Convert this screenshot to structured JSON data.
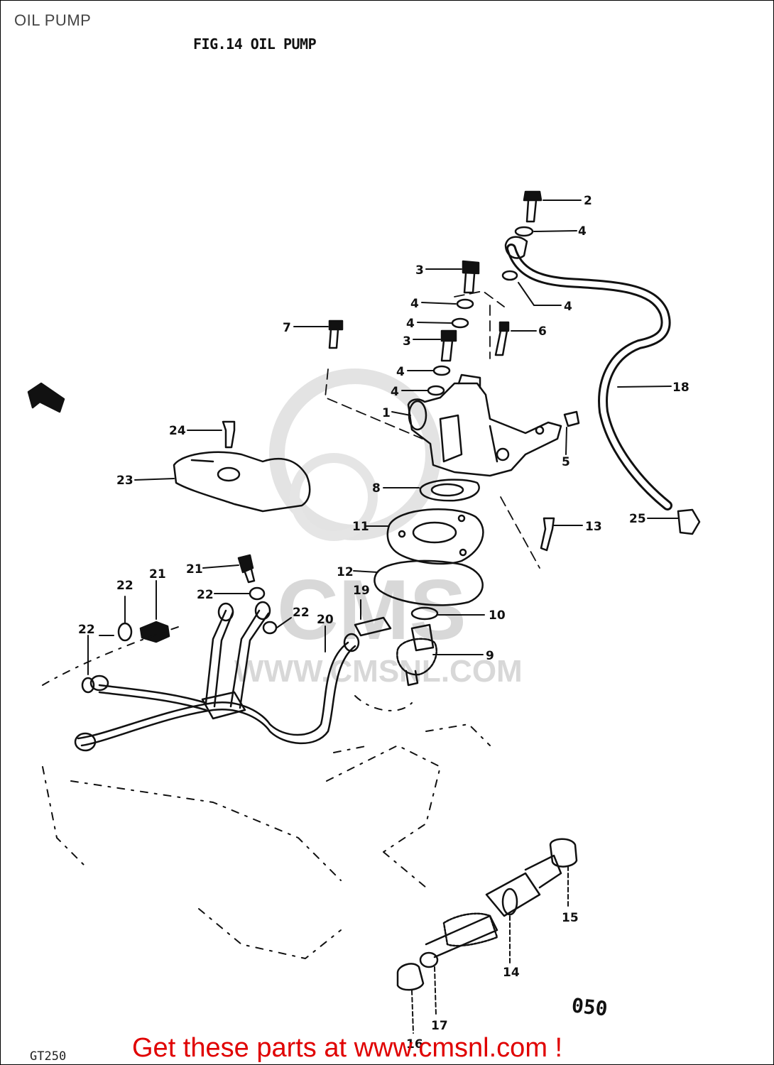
{
  "page": {
    "title": "OIL PUMP"
  },
  "figure": {
    "title": "FIG.14  OIL PUMP",
    "model": "GT250",
    "code": "050",
    "watermark": {
      "brand": "CMS",
      "url": "WWW.CMSNL.COM"
    },
    "callouts": [
      {
        "id": "c2",
        "label": "2"
      },
      {
        "id": "c4a",
        "label": "4"
      },
      {
        "id": "c3a",
        "label": "3"
      },
      {
        "id": "c4b",
        "label": "4"
      },
      {
        "id": "c4c",
        "label": "4"
      },
      {
        "id": "c4d",
        "label": "4"
      },
      {
        "id": "c7",
        "label": "7"
      },
      {
        "id": "c6",
        "label": "6"
      },
      {
        "id": "c3b",
        "label": "3"
      },
      {
        "id": "c4e",
        "label": "4"
      },
      {
        "id": "c4f",
        "label": "4"
      },
      {
        "id": "c1",
        "label": "1"
      },
      {
        "id": "c18",
        "label": "18"
      },
      {
        "id": "c5",
        "label": "5"
      },
      {
        "id": "c24",
        "label": "24"
      },
      {
        "id": "c23",
        "label": "23"
      },
      {
        "id": "c8",
        "label": "8"
      },
      {
        "id": "c25",
        "label": "25"
      },
      {
        "id": "c11",
        "label": "11"
      },
      {
        "id": "c13",
        "label": "13"
      },
      {
        "id": "c12",
        "label": "12"
      },
      {
        "id": "c21a",
        "label": "21"
      },
      {
        "id": "c21b",
        "label": "21"
      },
      {
        "id": "c22a",
        "label": "22"
      },
      {
        "id": "c22b",
        "label": "22"
      },
      {
        "id": "c19",
        "label": "19"
      },
      {
        "id": "c22c",
        "label": "22"
      },
      {
        "id": "c10",
        "label": "10"
      },
      {
        "id": "c20",
        "label": "20"
      },
      {
        "id": "c22d",
        "label": "22"
      },
      {
        "id": "c9",
        "label": "9"
      },
      {
        "id": "c15",
        "label": "15"
      },
      {
        "id": "c14",
        "label": "14"
      },
      {
        "id": "c17",
        "label": "17"
      },
      {
        "id": "c16",
        "label": "16"
      }
    ]
  },
  "footer": {
    "cta": "Get these parts at www.cmsnl.com !"
  }
}
